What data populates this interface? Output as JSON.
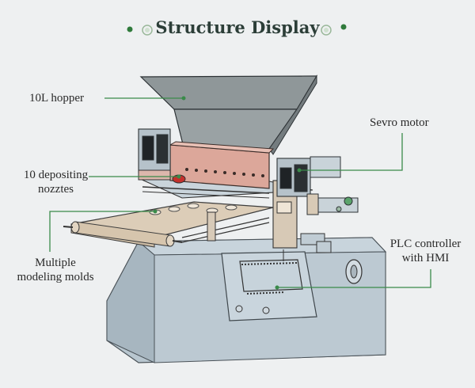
{
  "title": "Structure Display",
  "colors": {
    "background": "#eef0f1",
    "accent_green": "#3a7d44",
    "callout_line": "#3a8a4a",
    "machine_steel": "#b9c6cf",
    "hopper": "#8f9799",
    "belt_plate": "#d8cab6",
    "copper": "#d9a89b"
  },
  "labels": {
    "hopper": "10L hopper",
    "servo_motor": "Sevro motor",
    "nozzles_line1": "10 depositing",
    "nozzles_line2": "nozztes",
    "molds_line1": "Multiple",
    "molds_line2": "modeling molds",
    "plc_line1": "PLC controller",
    "plc_line2": "with HMI"
  }
}
